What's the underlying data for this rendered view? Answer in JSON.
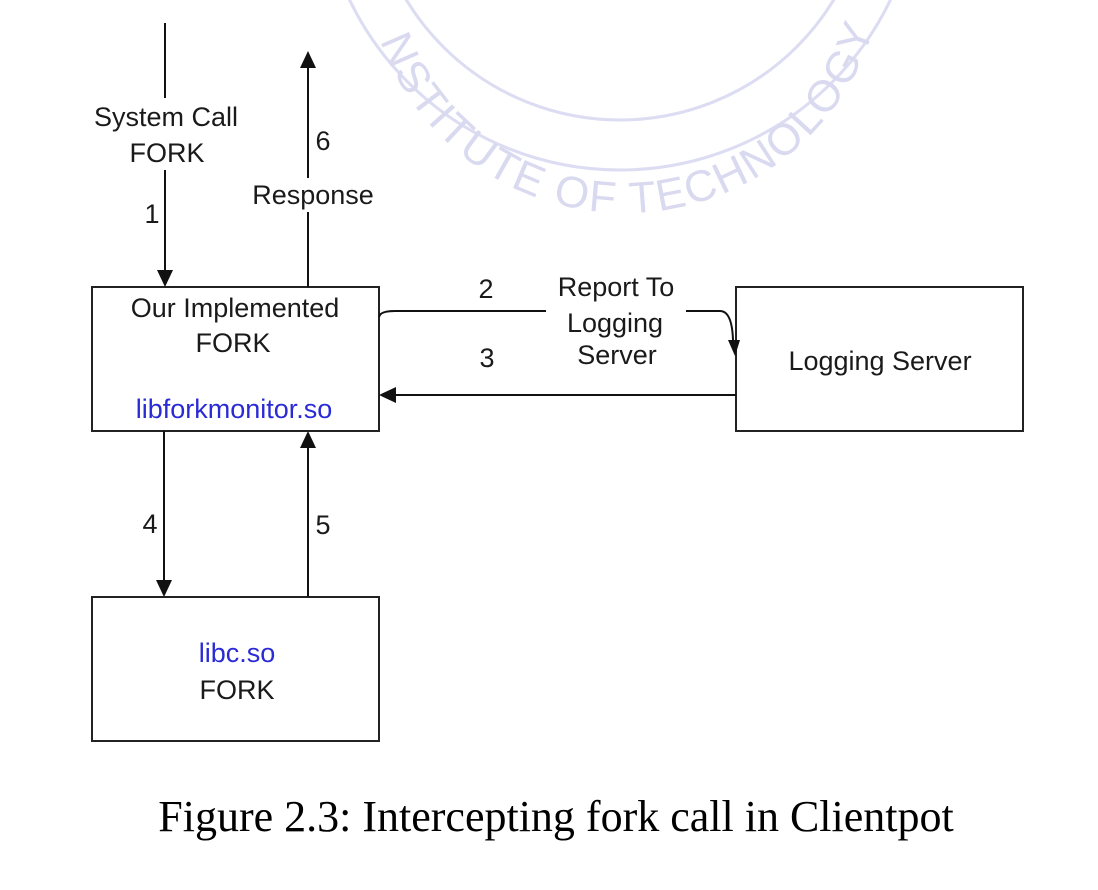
{
  "watermark": {
    "text": "INSTITUTE OF TECHNOLOGY",
    "color": "#d9d9f0"
  },
  "nodes": {
    "implemented_fork": {
      "line1": "Our Implemented",
      "line2": "FORK",
      "library": "libforkmonitor.so"
    },
    "logging_server": {
      "label": "Logging Server"
    },
    "libc": {
      "library": "libc.so",
      "label": "FORK"
    }
  },
  "edges": {
    "system_call": {
      "number": "1",
      "label_line1": "System Call",
      "label_line2": "FORK"
    },
    "report": {
      "number": "2",
      "label_line1": "Report To",
      "label_line2": "Logging",
      "label_line3": "Server"
    },
    "reply": {
      "number": "3"
    },
    "call_libc": {
      "number": "4"
    },
    "return_libc": {
      "number": "5"
    },
    "response": {
      "number": "6",
      "label": "Response"
    }
  },
  "caption": "Figure 2.3: Intercepting fork call in Clientpot",
  "colors": {
    "library_text": "#2b2bd6",
    "line": "#111111"
  }
}
